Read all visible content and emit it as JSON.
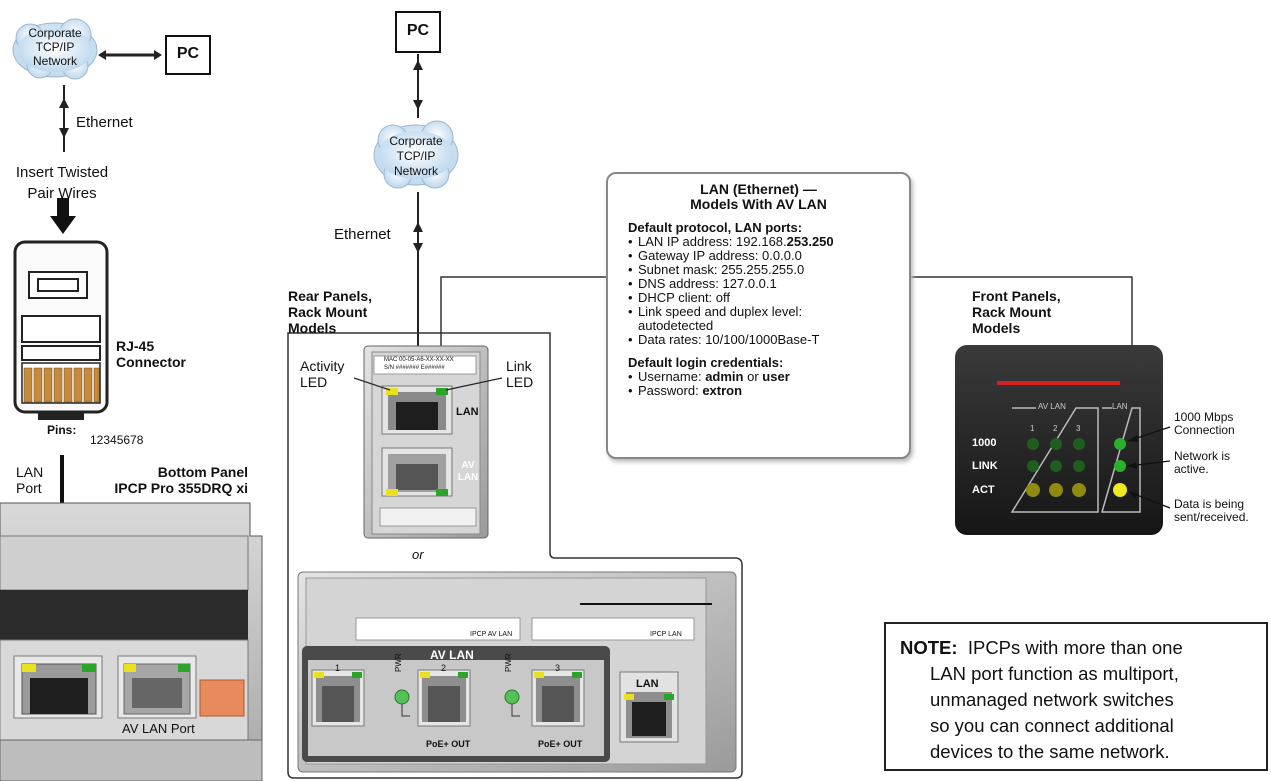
{
  "left_diagram": {
    "network_cloud": "Corporate TCP/IP Network",
    "pc": "PC",
    "ethernet": "Ethernet",
    "instruction": "Insert Twisted Pair Wires",
    "connector_label": "RJ-45 Connector",
    "pins_label": "Pins:",
    "pin_numbers": "12345678",
    "lan_port": "LAN Port",
    "bottom_panel_title": "Bottom Panel",
    "bottom_panel_model": "IPCP Pro 355DRQ xi",
    "av_lan_port": "AV LAN Port"
  },
  "center_diagram": {
    "pc": "PC",
    "network_cloud": "Corporate TCP/IP Network",
    "ethernet": "Ethernet",
    "rear_panels_title": "Rear Panels, Rack Mount Models",
    "activity_led": "Activity LED",
    "link_led": "Link LED",
    "lan": "LAN",
    "av_lan": "AV LAN",
    "or": "or",
    "av_lan_header": "AV LAN",
    "port_numbers": [
      "1",
      "2",
      "3"
    ],
    "pwr": "PWR",
    "poe_out": "PoE+ OUT",
    "ipcp_av_lan_tag": "IPCP AV LAN",
    "ipcp_lan_tag": "IPCP LAN",
    "mac_small": "MAC 00-05-A6-XX-XX-XX",
    "sn_small": "S/N ####### E######"
  },
  "info_box": {
    "title_line1": "LAN (Ethernet) —",
    "title_line2": "Models With AV LAN",
    "section1": "Default protocol, LAN ports:",
    "items1": [
      {
        "text": "LAN IP address: 192.168.",
        "bold": "253.250"
      },
      {
        "text": "Gateway IP address: 0.0.0.0"
      },
      {
        "text": "Subnet mask: 255.255.255.0"
      },
      {
        "text": "DNS address: 127.0.0.1"
      },
      {
        "text": "DHCP client: off"
      },
      {
        "text": "Link speed and duplex level: autodetected"
      },
      {
        "text": "Data rates: 10/100/1000Base-T"
      }
    ],
    "section2": "Default login credentials:",
    "username_prefix": "Username: ",
    "username_admin": "admin",
    "username_or": " or ",
    "username_user": "user",
    "password_prefix": "Password: ",
    "password_value": "extron"
  },
  "front_panel": {
    "title": "Front Panels, Rack Mount Models",
    "av_lan": "AV LAN",
    "lan": "LAN",
    "columns": [
      "1",
      "2",
      "3"
    ],
    "rows": [
      "1000",
      "LINK",
      "ACT"
    ],
    "callout_1000": "1000 Mbps Connection",
    "callout_link": "Network is active.",
    "callout_act": "Data is being sent/received."
  },
  "note": {
    "heading": "NOTE:",
    "line1": "IPCPs with more than one",
    "line2": "LAN port function as multiport,",
    "line3": "unmanaged network switches",
    "line4": "so you can connect additional",
    "line5": "devices to the same network."
  },
  "colors": {
    "led_green": "#2aa52a",
    "led_yellow": "#e8e020",
    "front_panel_red": "#d62020",
    "cloud_blue": "#cfe3f3"
  }
}
